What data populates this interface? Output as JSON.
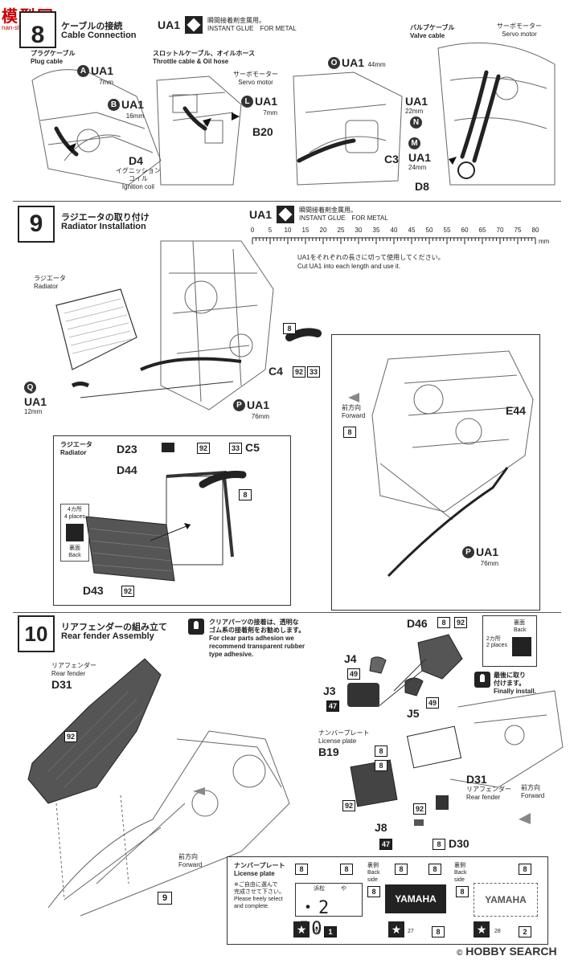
{
  "watermark_top_left": {
    "line1": "模型网",
    "line2": "nan-shan.com"
  },
  "step8": {
    "title_jp": "ケーブルの接続",
    "title_en": "Cable Connection",
    "glue": {
      "code": "UA1",
      "jp": "瞬間接着剤金属用。",
      "en": "INSTANT GLUE　FOR METAL"
    },
    "plug": {
      "jp": "プラグケーブル",
      "en": "Plug cable"
    },
    "throttle": {
      "jp": "スロットルケーブル、オイルホース",
      "en": "Throttle cable & Oil hose"
    },
    "valve": {
      "jp": "バルブケーブル",
      "en": "Valve cable"
    },
    "servo_right": {
      "jp": "サーボモーター",
      "en": "Servo motor"
    },
    "servo_mid": {
      "jp": "サーボモーター",
      "en": "Servo motor"
    },
    "a": {
      "circ": "A",
      "code": "UA1",
      "len": "7mm"
    },
    "b": {
      "circ": "B",
      "code": "UA1",
      "len": "16mm"
    },
    "l": {
      "circ": "L",
      "code": "UA1",
      "len": "7mm"
    },
    "o": {
      "circ": "O",
      "code": "UA1",
      "len": "44mm"
    },
    "n": {
      "code": "UA1",
      "len": "22mm",
      "circ": "N"
    },
    "m": {
      "circ": "M",
      "code": "UA1",
      "len": "24mm"
    },
    "d4": "D4",
    "ignition": {
      "jp1": "イグニッション",
      "jp2": "コイル",
      "en": "Ignition coil"
    },
    "b20": "B20",
    "c3": "C3",
    "d8": "D8"
  },
  "step9": {
    "num": "9",
    "title_jp": "ラジエータの取り付け",
    "title_en": "Radiator Installation",
    "glue": {
      "code": "UA1",
      "jp": "瞬間接着剤金属用。",
      "en": "INSTANT GLUE　FOR METAL"
    },
    "ruler": {
      "ticks": [
        "0",
        "5",
        "10",
        "15",
        "20",
        "25",
        "30",
        "35",
        "40",
        "45",
        "50",
        "55",
        "60",
        "65",
        "70",
        "75",
        "80"
      ],
      "unit": "mm"
    },
    "cut_jp": "UA1をそれぞれの長さに切って使用してください。",
    "cut_en": "Cut UA1 into each length and use it.",
    "radiator": {
      "jp": "ラジエータ",
      "en": "Radiator"
    },
    "q": {
      "circ": "Q",
      "code": "UA1",
      "len": "12mm"
    },
    "p": {
      "circ": "P",
      "code": "UA1",
      "len": "76mm"
    },
    "c4": "C4",
    "chip8": "8",
    "chip92": "92",
    "chip33": "33",
    "forward": {
      "jp": "前方向",
      "en": "Forward"
    },
    "e44": "E44",
    "p2": {
      "circ": "P",
      "code": "UA1",
      "len": "76mm"
    },
    "inset": {
      "title_jp": "ラジエータ",
      "title_en": "Radiator",
      "d23": "D23",
      "c5": "C5",
      "d44": "D44",
      "d43": "D43",
      "chip92a": "92",
      "chip33": "33",
      "chip8": "8",
      "chip92b": "92",
      "places_jp": "4カ所",
      "places_en": "4 places",
      "back_jp": "裏面",
      "back_en": "Back"
    }
  },
  "step10": {
    "num": "10",
    "title_jp": "リアフェンダーの組み立て",
    "title_en": "Rear fender Assembly",
    "adhesive_jp1": "クリアパーツの接着は、透明な",
    "adhesive_jp2": "ゴム系の接着剤をお勧めします。",
    "adhesive_en1": "For clear parts adhesion we",
    "adhesive_en2": "recommend transparent rubber",
    "adhesive_en3": "type adhesive.",
    "fender": {
      "jp": "リアフェンダー",
      "en": "Rear fender",
      "code": "D31"
    },
    "chip92": "92",
    "forward": {
      "jp": "前方向",
      "en": "Forward"
    },
    "chip9": "9",
    "j4": "J4",
    "j3": "J3",
    "j5": "J5",
    "d46": "D46",
    "chip49a": "49",
    "chip47": "47",
    "chip49b": "49",
    "chip8": "8",
    "chip92b": "92",
    "back": {
      "jp": "裏面",
      "en": "Back"
    },
    "places": {
      "jp": "2カ所",
      "en": "2 places"
    },
    "finally": {
      "jp1": "最後に取り",
      "jp2": "付けます。",
      "en": "Finally install."
    },
    "plate": {
      "jp": "ナンバープレート",
      "en": "License plate",
      "code": "B19"
    },
    "chip8b": "8",
    "chip8c": "8",
    "chip92c": "92",
    "d31b": {
      "code": "D31",
      "jp": "リアフェンダー",
      "en": "Rear fender"
    },
    "forward2": {
      "jp": "前方向",
      "en": "Forward"
    },
    "j8": "J8",
    "d30": "D30",
    "chip47b": "47",
    "chip8d": "8",
    "chip92d": "92",
    "plates_box": {
      "title_jp": "ナンバープレート",
      "title_en": "License plate",
      "note_jp1": "※ご自由に選んで",
      "note_jp2": "完成させて下さい。",
      "note_en1": "Please freely select",
      "note_en2": "and complete.",
      "back_jp": "裏側",
      "back_en1": "Back",
      "back_en2": "side",
      "plate1_top": "浜松",
      "plate1_kana": "や",
      "plate1_num": "・2 50",
      "yamaha": "YAMAHA",
      "decal1": "26",
      "chip1": "1",
      "decal2": "27",
      "chip8": "8",
      "decal3": "28",
      "chip2": "2",
      "chips_top": [
        "8",
        "8",
        "8",
        "8",
        "8",
        "8",
        "8"
      ]
    }
  },
  "footer": {
    "logo": "HOBBY SEARCH",
    "copy": "©"
  }
}
